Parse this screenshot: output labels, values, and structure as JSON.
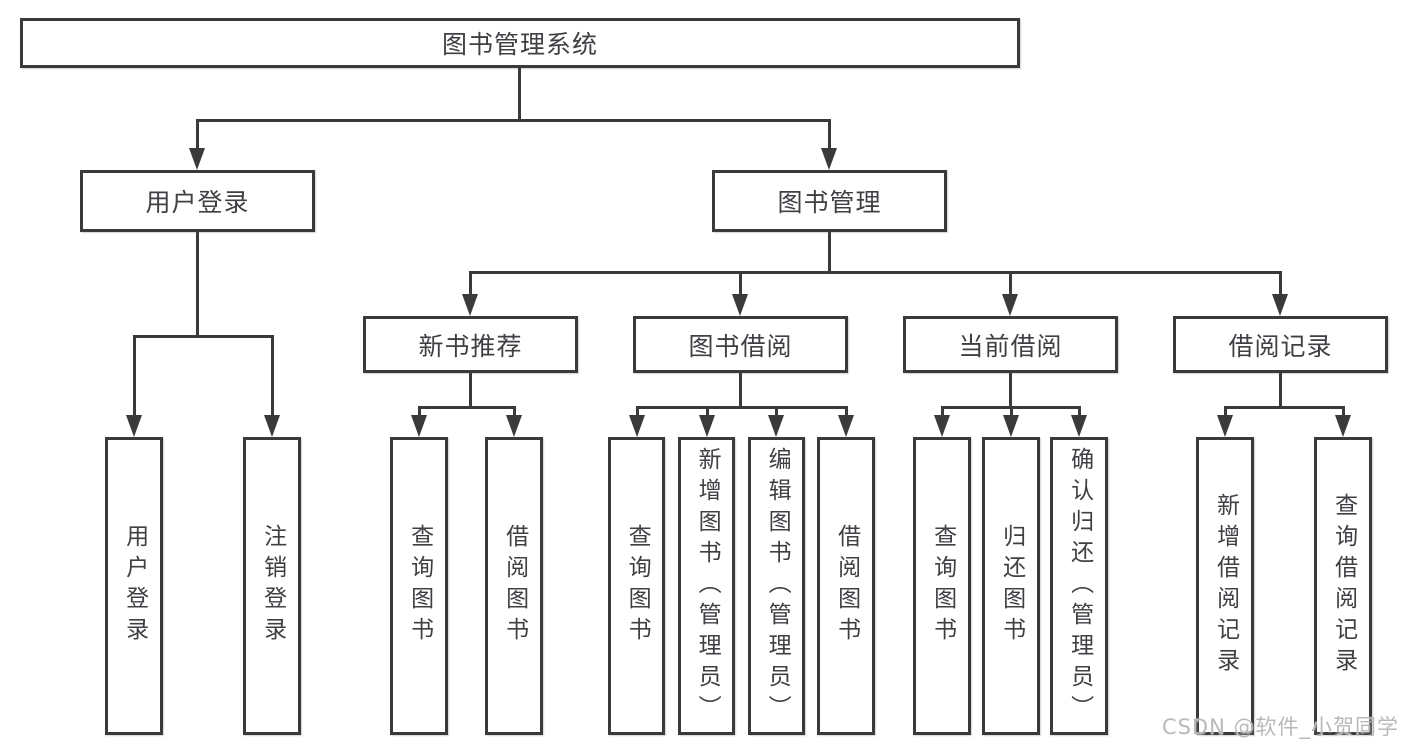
{
  "diagram": {
    "root": {
      "label": "图书管理系统"
    },
    "branches": [
      {
        "label": "用户登录",
        "leaves": [
          "用户登录",
          "注销登录"
        ]
      },
      {
        "label": "图书管理",
        "children": [
          {
            "label": "新书推荐",
            "leaves": [
              "查询图书",
              "借阅图书"
            ]
          },
          {
            "label": "图书借阅",
            "leaves": [
              "查询图书",
              "新增图书（管理员）",
              "编辑图书（管理员）",
              "借阅图书"
            ]
          },
          {
            "label": "当前借阅",
            "leaves": [
              "查询图书",
              "归还图书",
              "确认归还（管理员）"
            ]
          },
          {
            "label": "借阅记录",
            "leaves": [
              "新增借阅记录",
              "查询借阅记录"
            ]
          }
        ]
      }
    ]
  },
  "watermark": "CSDN @软件_小贺同学",
  "colors": {
    "line": "#3a3a3a",
    "box_border": "#3a3a3a",
    "text": "#3e4044",
    "watermark": "#b9b9b9",
    "background": "#ffffff"
  }
}
